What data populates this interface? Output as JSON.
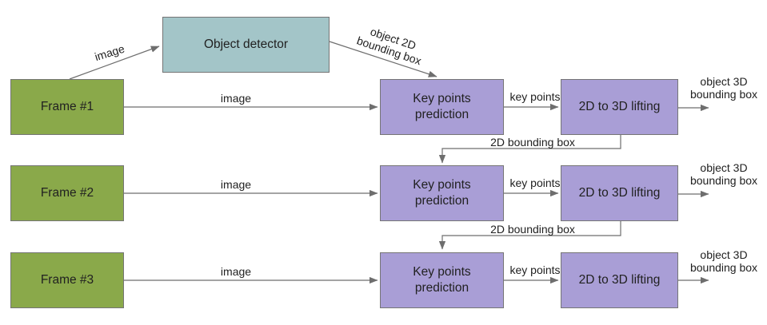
{
  "colors": {
    "background": "#ffffff",
    "frame_fill": "#8aa94a",
    "detector_fill": "#a3c5c8",
    "module_fill": "#a99ed6",
    "box_border": "#757575",
    "arrow": "#6e6e6e",
    "text": "#212121"
  },
  "nodes": {
    "object_detector": "Object detector",
    "frame_1": "Frame #1",
    "frame_2": "Frame #2",
    "frame_3": "Frame #3",
    "keypoints": "Key points prediction",
    "lifting": "2D to 3D lifting"
  },
  "edge_labels": {
    "image": "image",
    "object_2d_line1": "object 2D",
    "object_2d_line2": "bounding box",
    "key_points": "key points",
    "bounding_box_2d": "2D bounding box",
    "object_3d_line1": "object 3D",
    "object_3d_line2": "bounding box"
  }
}
